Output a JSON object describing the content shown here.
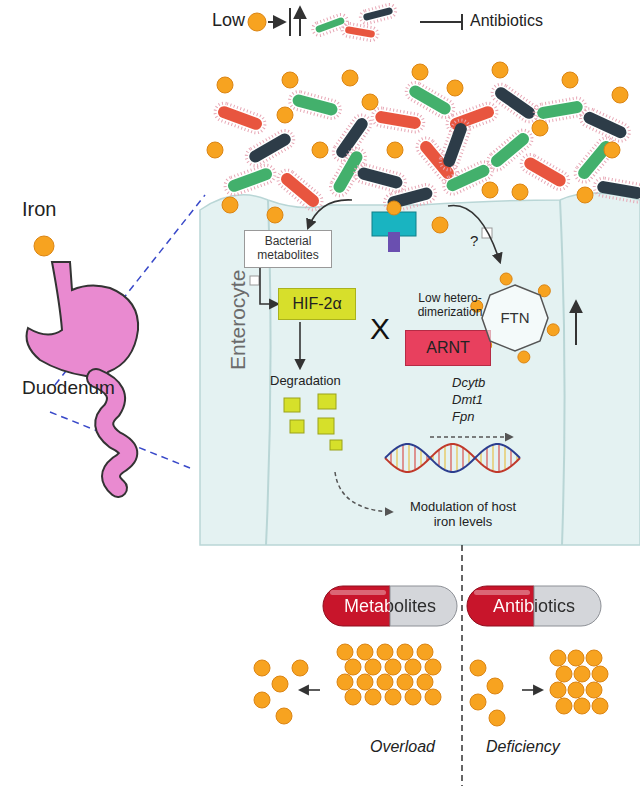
{
  "diagram": {
    "nodes": [
      {
        "text": [
          "Bacterial metabolites"
        ]
      },
      {
        "text": [
          "HIF-2α"
        ]
      },
      {
        "text": [
          "ARNT"
        ]
      },
      {
        "text": [
          "FTN"
        ]
      },
      {
        "text": [
          "Metabolites"
        ]
      },
      {
        "text": [
          "Antibiotics"
        ]
      }
    ],
    "edges": [
      {
        "from": 0,
        "to": 1,
        "arrow": "to"
      }
    ],
    "labels": [
      "Low",
      "Antibiotics",
      "Iron",
      "Duodenum",
      "Enterocyte",
      "X",
      "Low hetero- dimerization",
      "Degradation",
      "?",
      "Dcytb",
      "Dmt1",
      "Fpn",
      "Modulation of host iron levels",
      "Overload",
      "Deficiency"
    ]
  }
}
